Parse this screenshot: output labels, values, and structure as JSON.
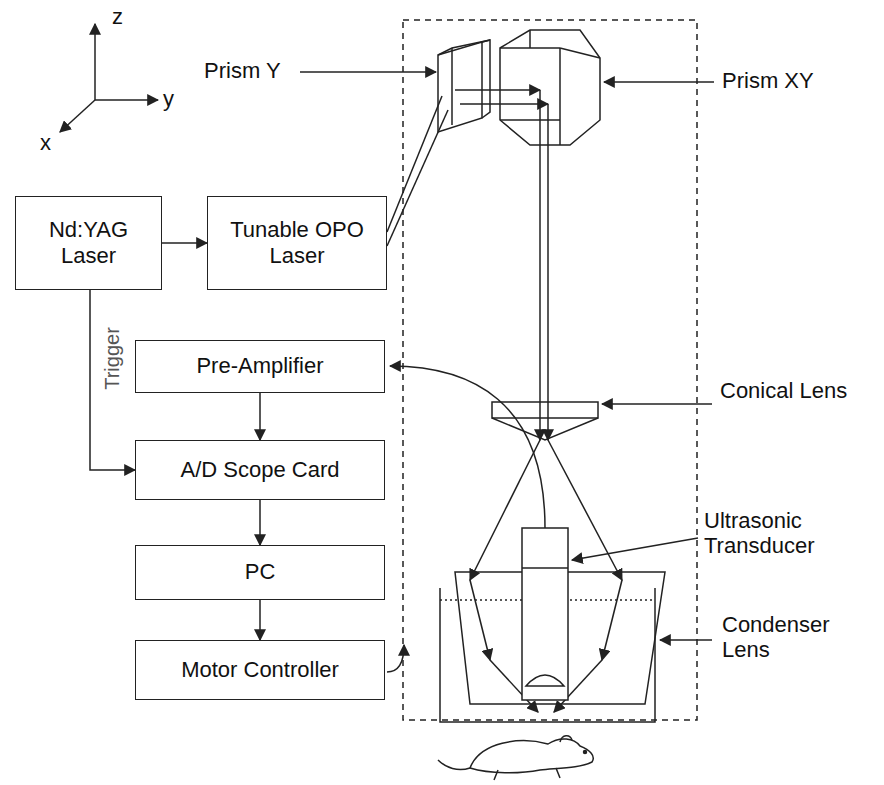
{
  "diagram": {
    "nodes": [
      {
        "text": [
          "Nd:YAG Laser"
        ]
      },
      {
        "text": [
          "Tunable OPO Laser"
        ]
      },
      {
        "text": [
          "Pre-Amplifier"
        ]
      },
      {
        "text": [
          "A/D Scope Card"
        ]
      },
      {
        "text": [
          "PC"
        ]
      },
      {
        "text": [
          "Motor Controller"
        ]
      }
    ],
    "edges": [
      {
        "from": 0,
        "to": 1,
        "arrow": "to"
      },
      {
        "from": 0,
        "to": 3,
        "label": "Trigger",
        "arrow": "to"
      },
      {
        "from": 2,
        "to": 3,
        "arrow": "to"
      },
      {
        "from": 3,
        "to": 4,
        "arrow": "to"
      },
      {
        "from": 4,
        "to": 5,
        "arrow": "to"
      }
    ],
    "labels": [
      "z",
      "y",
      "x",
      "Prism Y",
      "Prism XY",
      "Conical Lens",
      "Ultrasonic Transducer",
      "Condenser Lens"
    ]
  }
}
